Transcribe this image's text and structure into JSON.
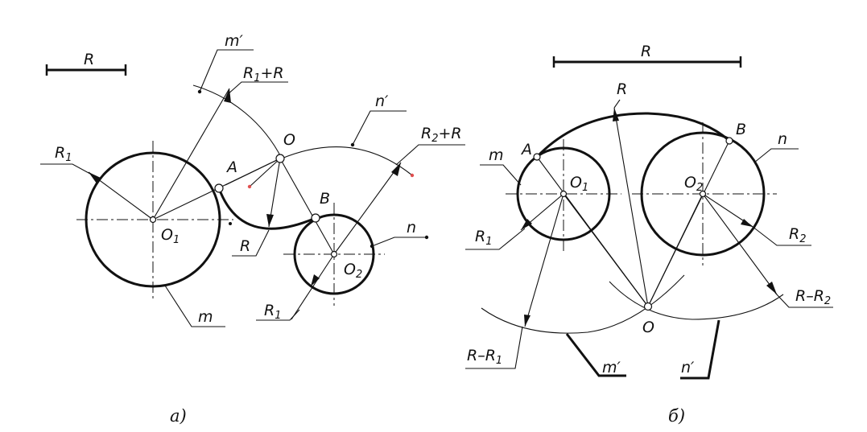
{
  "figure_a": {
    "scale_label": "R",
    "labels": {
      "m_prime": "m′",
      "r1_plus_r_base": "R",
      "r1_plus_r_sub": "1",
      "r1_plus_r_tail": "+R",
      "n_prime": "n′",
      "o": "O",
      "r2_plus_r_base": "R",
      "r2_plus_r_sub": "2",
      "r2_plus_r_tail": "+R",
      "r1_base": "R",
      "r1_sub": "1",
      "a": "A",
      "b": "B",
      "o1_base": "O",
      "o1_sub": "1",
      "r": "R",
      "n": "n",
      "o2_base": "O",
      "o2_sub": "2",
      "r1_low_base": "R",
      "r1_low_sub": "1",
      "m": "m"
    },
    "caption": "а)"
  },
  "figure_b": {
    "scale_label": "R",
    "labels": {
      "r": "R",
      "a": "A",
      "b": "B",
      "m": "m",
      "n": "n",
      "o1_base": "O",
      "o1_sub": "1",
      "o2_base": "O",
      "o2_sub": "2",
      "r1_base": "R",
      "r1_sub": "1",
      "r2_base": "R",
      "r2_sub": "2",
      "r_minus_r2_base": "R–R",
      "r_minus_r2_sub": "2",
      "o": "O",
      "r_minus_r1_base": "R–R",
      "r_minus_r1_sub": "1",
      "m_prime": "m′",
      "n_prime": "n′"
    },
    "caption": "б)"
  }
}
